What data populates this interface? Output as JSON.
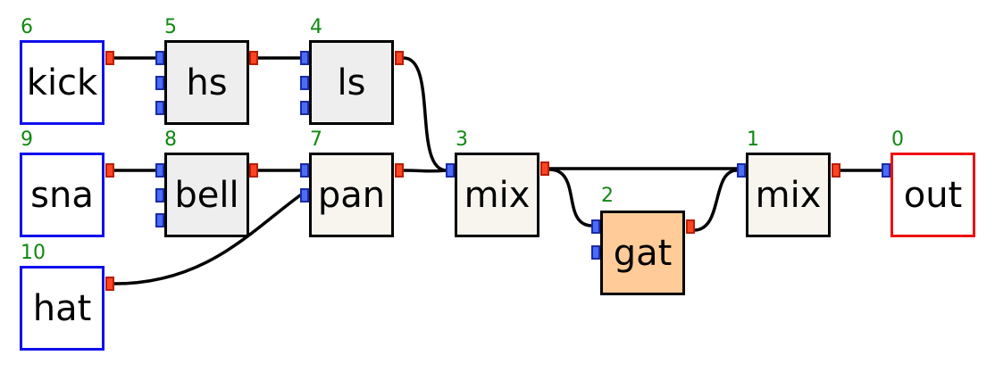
{
  "graph": {
    "colors": {
      "input_border": "#1010ee",
      "output_border": "#ee1010",
      "effect_fill": "#eeeeee",
      "mix_fill": "#f7f5ee",
      "gate_fill": "#ffcc99",
      "node_id_text": "#118811",
      "inlet_port": "#4a6cf7",
      "outlet_port": "#ff4422",
      "wire": "#000000"
    },
    "nodes": {
      "kick": {
        "id": "6",
        "label": "kick"
      },
      "hs": {
        "id": "5",
        "label": "hs"
      },
      "ls": {
        "id": "4",
        "label": "ls"
      },
      "sna": {
        "id": "9",
        "label": "sna"
      },
      "bell": {
        "id": "8",
        "label": "bell"
      },
      "pan": {
        "id": "7",
        "label": "pan"
      },
      "mix3": {
        "id": "3",
        "label": "mix"
      },
      "gat": {
        "id": "2",
        "label": "gat"
      },
      "mix1": {
        "id": "1",
        "label": "mix"
      },
      "out": {
        "id": "0",
        "label": "out"
      },
      "hat": {
        "id": "10",
        "label": "hat"
      }
    },
    "connections": [
      {
        "from": "kick",
        "to": "hs"
      },
      {
        "from": "hs",
        "to": "ls"
      },
      {
        "from": "ls",
        "to": "mix3"
      },
      {
        "from": "sna",
        "to": "bell"
      },
      {
        "from": "bell",
        "to": "pan"
      },
      {
        "from": "pan",
        "to": "mix3"
      },
      {
        "from": "hat",
        "to": "pan"
      },
      {
        "from": "mix3",
        "to": "gat"
      },
      {
        "from": "mix3",
        "to": "mix1"
      },
      {
        "from": "gat",
        "to": "mix1"
      },
      {
        "from": "mix1",
        "to": "out"
      }
    ]
  }
}
